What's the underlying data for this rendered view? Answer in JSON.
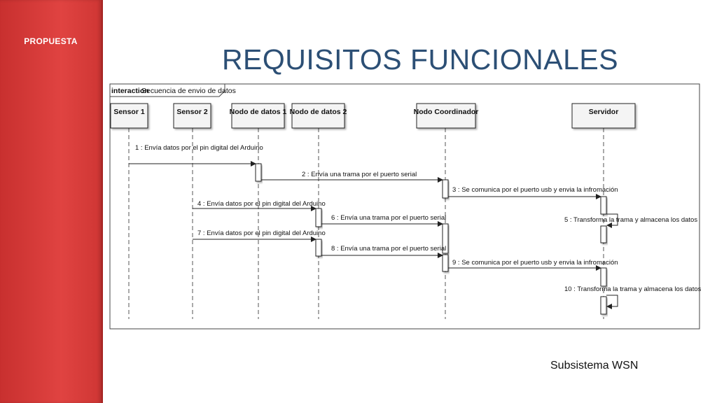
{
  "sidebar": {
    "label": "PROPUESTA"
  },
  "title": "REQUISITOS FUNCIONALES",
  "caption": "Subsistema WSN",
  "diagram": {
    "frame_keyword": "interaction",
    "frame_name": "Secuencia de envio de datos",
    "lifelines": [
      {
        "id": "sensor1",
        "label": "Sensor 1"
      },
      {
        "id": "sensor2",
        "label": "Sensor 2"
      },
      {
        "id": "nodo1",
        "label": "Nodo de datos 1"
      },
      {
        "id": "nodo2",
        "label": "Nodo de datos 2"
      },
      {
        "id": "coord",
        "label": "Nodo Coordinador"
      },
      {
        "id": "servidor",
        "label": "Servidor"
      }
    ],
    "messages": [
      {
        "from": "sensor1",
        "to": "nodo1",
        "label": "1 : Envía datos por el pin digital del Arduino"
      },
      {
        "from": "nodo1",
        "to": "coord",
        "label": "2 : Envía una trama por el puerto serial"
      },
      {
        "from": "coord",
        "to": "servidor",
        "label": "3 : Se comunica por el puerto usb y envia la infromación"
      },
      {
        "from": "sensor2",
        "to": "nodo2",
        "label": "4 : Envía datos por el pin digital del Arduino"
      },
      {
        "from": "servidor",
        "to": "servidor",
        "label": "5 : Transforma la trama y almacena los datos"
      },
      {
        "from": "nodo2",
        "to": "coord",
        "label": "6 : Envía una trama por el puerto serial"
      },
      {
        "from": "sensor2",
        "to": "nodo2",
        "label": "7 : Envía datos por el pin digital del Arduino"
      },
      {
        "from": "nodo2",
        "to": "coord",
        "label": "8 : Envía una trama por el puerto serial"
      },
      {
        "from": "coord",
        "to": "servidor",
        "label": "9 : Se comunica por el puerto usb y envia la infromación"
      },
      {
        "from": "servidor",
        "to": "servidor",
        "label": "10 : Transforma la trama y almacena los datos"
      }
    ],
    "colors": {
      "line": "#222222",
      "lifeline": "#555555",
      "header_fill": "#f4f4f4"
    }
  }
}
